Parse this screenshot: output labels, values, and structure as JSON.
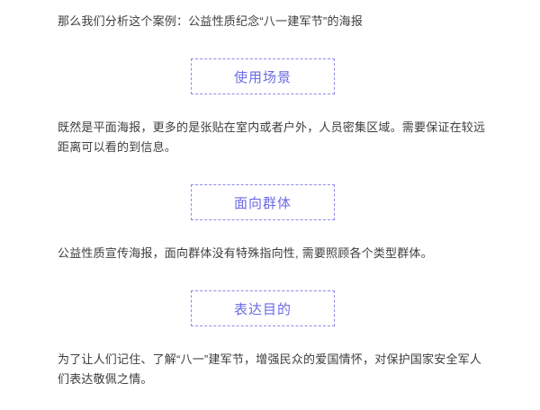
{
  "colors": {
    "background": "#ffffff",
    "body_text": "#3d3d3d",
    "accent_text": "#6a6ae6",
    "box_border": "#8a8aec"
  },
  "document": {
    "intro": "那么我们分析这个案例：公益性质纪念“八一建军节”的海报",
    "sections": [
      {
        "tag": "使用场景",
        "body": "既然是平面海报，更多的是张贴在室内或者户外，人员密集区域。需要保证在较远距离可以看的到信息。"
      },
      {
        "tag": "面向群体",
        "body": "公益性质宣传海报，面向群体没有特殊指向性, 需要照顾各个类型群体。"
      },
      {
        "tag": "表达目的",
        "body": "为了让人们记住、了解“八一”建军节，增强民众的爱国情怀，对保护国家安全军人们表达敬佩之情。"
      }
    ]
  }
}
